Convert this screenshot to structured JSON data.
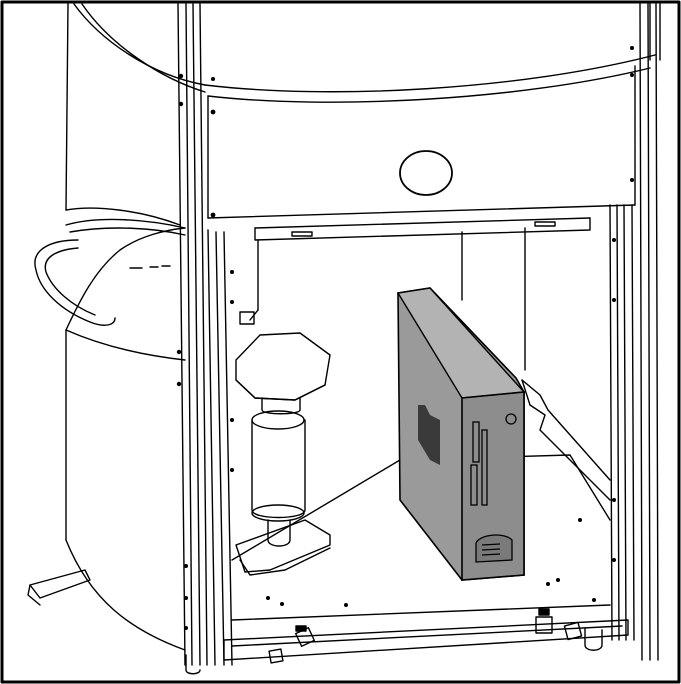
{
  "figure": {
    "kind": "technical-line-drawing",
    "subject": "kiosk-cabinet-interior",
    "colors": {
      "line": "#000000",
      "background": "#ffffff",
      "pc_tower_fill": "#9a9a9a",
      "pc_tower_shade": "#6f6f6f"
    },
    "components": [
      "outer-frame-border",
      "cabinet-top-dome",
      "upper-panel",
      "round-port-hole",
      "left-side-shelf",
      "carry-handle",
      "left-curved-body",
      "front-vertical-rail-left",
      "front-vertical-rail-right",
      "rear-vertical-rail-right",
      "pc-tower",
      "pc-tower-logo",
      "pc-tower-drive-slots",
      "pc-tower-power-button",
      "pc-tower-front-grille",
      "label-printer-roll",
      "printer-head",
      "printer-base-plate",
      "floor-plate",
      "bottom-rail",
      "leveling-feet",
      "cable-connectors",
      "side-bracket"
    ]
  }
}
